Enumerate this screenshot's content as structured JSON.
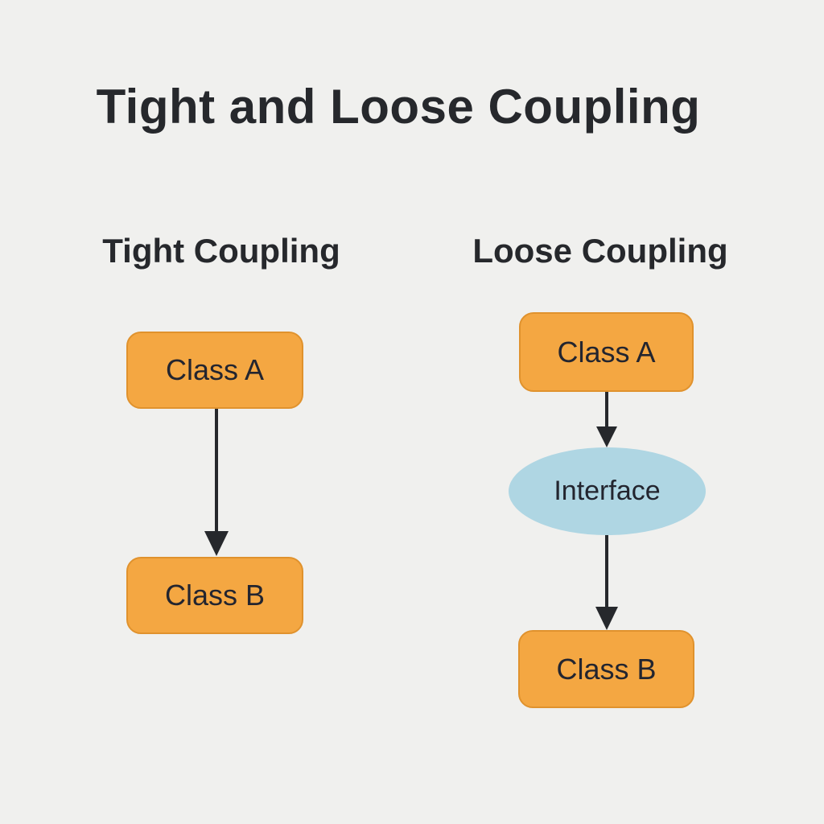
{
  "title": "Tight and Loose Coupling",
  "colors": {
    "background": "#f0f0ee",
    "box_fill": "#f4a742",
    "box_border": "#e0922d",
    "ellipse_fill": "#afd6e3",
    "heading_text": "#26282c",
    "node_text": "#23252f",
    "arrow": "#26282c"
  },
  "panels": [
    {
      "id": "tight",
      "heading": "Tight Coupling",
      "nodes": [
        {
          "label": "Class A",
          "shape": "box"
        },
        {
          "label": "Class B",
          "shape": "box"
        }
      ],
      "arrows": [
        {
          "from": "Class A",
          "to": "Class B"
        }
      ]
    },
    {
      "id": "loose",
      "heading": "Loose Coupling",
      "nodes": [
        {
          "label": "Class A",
          "shape": "box"
        },
        {
          "label": "Interface",
          "shape": "ellipse"
        },
        {
          "label": "Class B",
          "shape": "box"
        }
      ],
      "arrows": [
        {
          "from": "Class A",
          "to": "Interface"
        },
        {
          "from": "Interface",
          "to": "Class B"
        }
      ]
    }
  ]
}
